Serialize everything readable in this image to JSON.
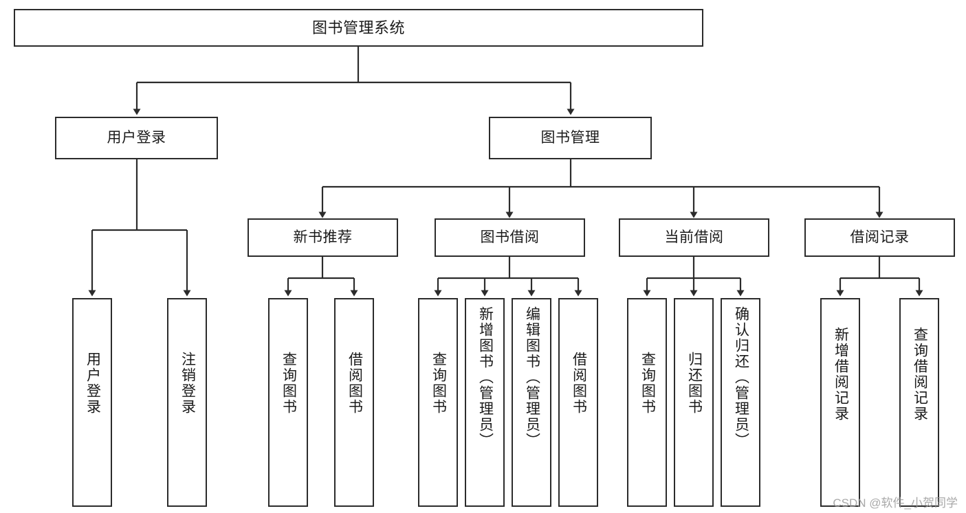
{
  "diagram": {
    "title": "图书管理系统",
    "type": "hierarchy-tree",
    "colors": {
      "stroke": "#2b2b2b",
      "fill": "#ffffff",
      "text": "#1a1a1a",
      "watermark": "#9a9a9a"
    },
    "root": {
      "label": "图书管理系统"
    },
    "level2": [
      {
        "label": "用户登录"
      },
      {
        "label": "图书管理"
      }
    ],
    "level3": [
      {
        "label": "新书推荐"
      },
      {
        "label": "图书借阅"
      },
      {
        "label": "当前借阅"
      },
      {
        "label": "借阅记录"
      }
    ],
    "leaves": {
      "user_login": [
        {
          "label": "用户登录"
        },
        {
          "label": "注销登录"
        }
      ],
      "new_book": [
        {
          "label": "查询图书"
        },
        {
          "label": "借阅图书"
        }
      ],
      "book_borrow": [
        {
          "label": "查询图书"
        },
        {
          "label": "新增图书（管理员）"
        },
        {
          "label": "编辑图书（管理员）"
        },
        {
          "label": "借阅图书"
        }
      ],
      "current_borrow": [
        {
          "label": "查询图书"
        },
        {
          "label": "归还图书"
        },
        {
          "label": "确认归还（管理员）"
        }
      ],
      "borrow_record": [
        {
          "label": "新增借阅记录"
        },
        {
          "label": "查询借阅记录"
        }
      ]
    }
  },
  "watermark": {
    "text": "CSDN @软件_小贺同学"
  }
}
